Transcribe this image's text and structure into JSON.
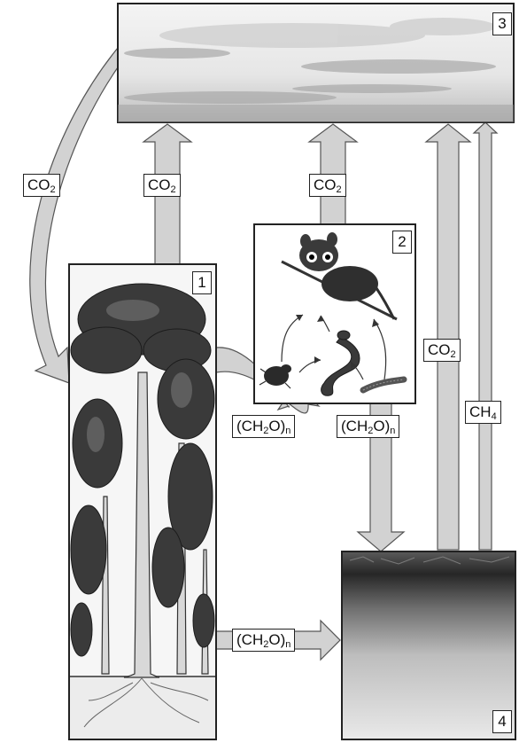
{
  "compartments": {
    "c1": "1",
    "c2": "2",
    "c3": "3",
    "c4": "4"
  },
  "flows": {
    "co2_from_atmosphere": {
      "base": "CO",
      "sub": "2"
    },
    "co2_from_forest": {
      "base": "CO",
      "sub": "2"
    },
    "co2_from_animals": {
      "base": "CO",
      "sub": "2"
    },
    "co2_from_soil": {
      "base": "CO",
      "sub": "2"
    },
    "ch4_from_soil": {
      "base": "CH",
      "sub": "4"
    },
    "organic_to_animals": {
      "pre": "(CH",
      "sub1": "2",
      "mid": "O)",
      "sub2": "n"
    },
    "organic_animals_to_soil": {
      "pre": "(CH",
      "sub1": "2",
      "mid": "O)",
      "sub2": "n"
    },
    "organic_forest_to_soil": {
      "pre": "(CH",
      "sub1": "2",
      "mid": "O)",
      "sub2": "n"
    }
  }
}
